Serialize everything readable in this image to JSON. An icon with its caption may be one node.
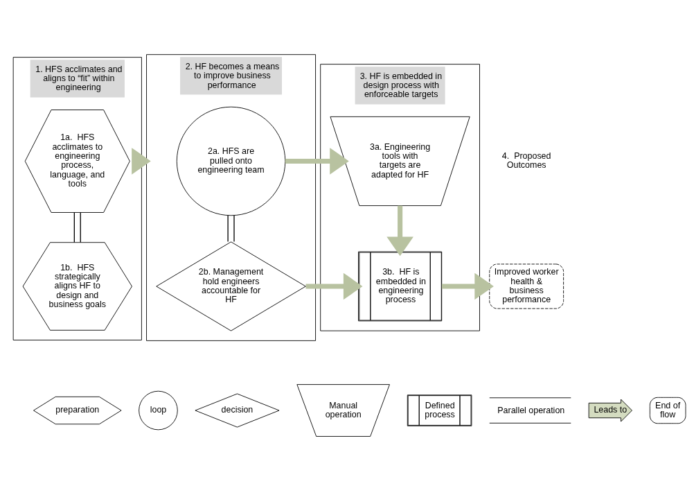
{
  "diagram": {
    "nodes": [
      {
        "text": [
          "1. HFS acclimates and aligns to “fit” within engineering"
        ]
      },
      {
        "text": [
          "1a.  HFS acclimates to engineering process, language, and tools"
        ],
        "in": 0
      },
      {
        "text": [
          "1b.  HFS strategically aligns HF to design and business goals"
        ],
        "in": 0
      },
      {
        "text": [
          "2. HF becomes a means to improve business performance"
        ]
      },
      {
        "text": [
          "2a. HFS are pulled onto engineering team"
        ],
        "in": 3
      },
      {
        "text": [
          "2b. Management hold engineers accountable for HF"
        ],
        "in": 3
      },
      {
        "text": [
          "3. HF is embedded in design process with enforceable targets"
        ]
      },
      {
        "text": [
          "3a. Engineering tools with targets are adapted for HF"
        ],
        "in": 6
      },
      {
        "text": [
          "3b.  HF is embedded in engineering process"
        ],
        "in": 6
      },
      {
        "text": [
          "Improved worker health & business performance"
        ]
      },
      {
        "text": [
          "preparation"
        ]
      },
      {
        "text": [
          "loop"
        ]
      },
      {
        "text": [
          "decision"
        ]
      },
      {
        "text": [
          "Manual operation"
        ]
      },
      {
        "text": [
          "Defined process"
        ]
      },
      {
        "text": [
          "Parallel operation"
        ]
      },
      {
        "text": [
          "Leads to"
        ]
      },
      {
        "text": [
          "End of flow"
        ]
      }
    ],
    "edges": [
      {
        "from": 1,
        "to": 2,
        "arrow": "none",
        "color": "#000000"
      },
      {
        "from": 0,
        "to": 3,
        "arrow": "to"
      },
      {
        "from": 4,
        "to": 5,
        "arrow": "none",
        "color": "#000000"
      },
      {
        "from": 4,
        "to": 7,
        "arrow": "to"
      },
      {
        "from": 7,
        "to": 8,
        "arrow": "to"
      },
      {
        "from": 5,
        "to": 8,
        "arrow": "to"
      },
      {
        "from": 8,
        "to": 9,
        "arrow": "to"
      }
    ],
    "labels": [
      "4.  Proposed Outcomes"
    ]
  }
}
